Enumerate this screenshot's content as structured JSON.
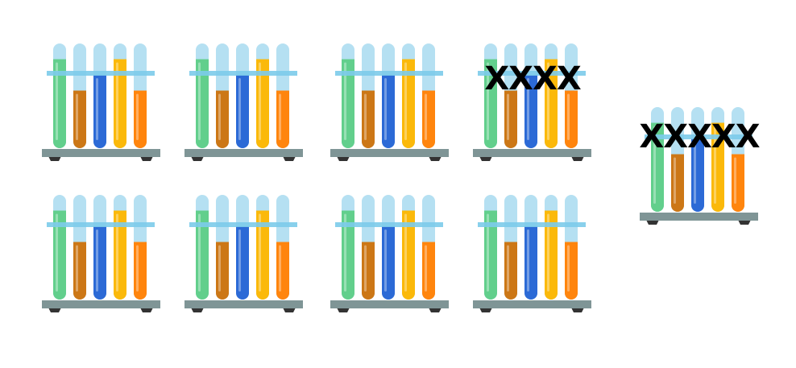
{
  "colors": {
    "tube_glass": "#b5e0f2",
    "tube_band": "#7ccbea",
    "stand_base": "#7f9596",
    "stand_feet": "#333333",
    "liquids": [
      "#62cf8c",
      "#cc7716",
      "#2c6ad6",
      "#fbb90a",
      "#ff850d"
    ]
  },
  "tube_fill_levels": [
    0.85,
    0.55,
    0.7,
    0.85,
    0.55
  ],
  "icon": "test-tube-rack-icon",
  "groups": [
    {
      "name": "left-group",
      "racks": [
        {
          "crossed": false,
          "label": ""
        },
        {
          "crossed": false,
          "label": ""
        },
        {
          "crossed": false,
          "label": ""
        },
        {
          "crossed": true,
          "label": "XXXX"
        },
        {
          "crossed": false,
          "label": ""
        },
        {
          "crossed": false,
          "label": ""
        },
        {
          "crossed": false,
          "label": ""
        },
        {
          "crossed": false,
          "label": ""
        }
      ]
    },
    {
      "name": "right-group",
      "racks": [
        {
          "crossed": true,
          "label": "XXXXX"
        }
      ]
    }
  ]
}
